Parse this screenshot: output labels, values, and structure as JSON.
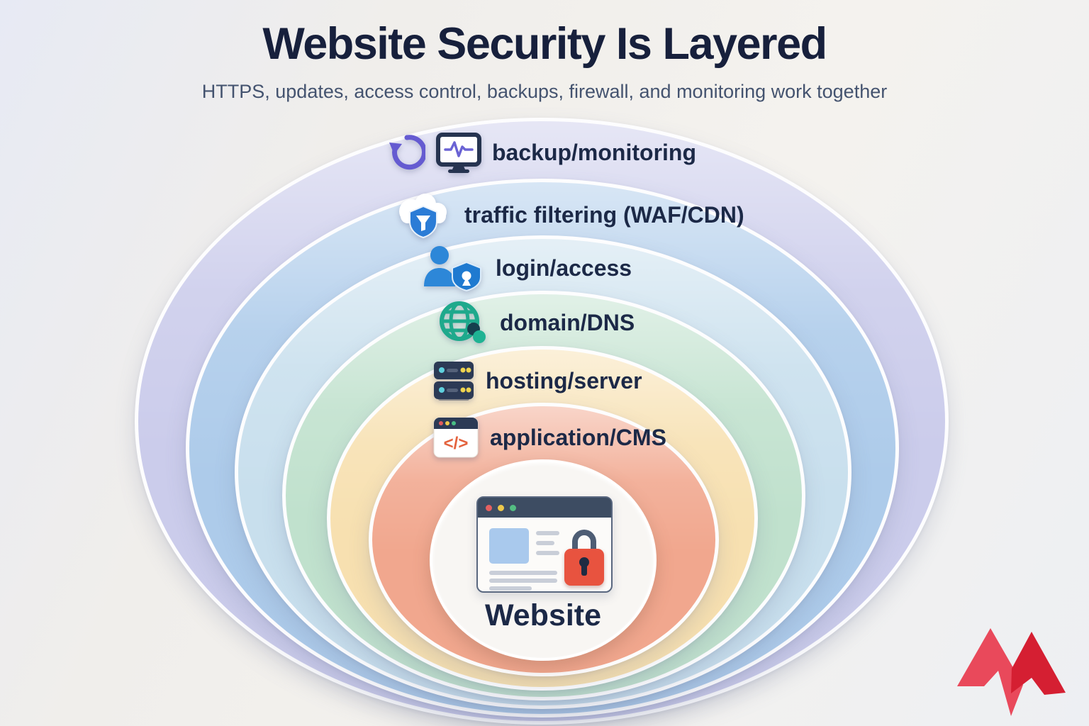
{
  "header": {
    "title": "Website Security Is Layered",
    "subtitle": "HTTPS, updates, access control, backups, firewall, and monitoring work together"
  },
  "layers": [
    {
      "id": "backup-monitoring",
      "label": "backup/monitoring",
      "icons": [
        "refresh-icon",
        "monitor-pulse-icon"
      ],
      "band_color": "#cbcceb"
    },
    {
      "id": "traffic-filtering",
      "label": "traffic filtering (WAF/CDN)",
      "icons": [
        "cloud-shield-icon"
      ],
      "band_color": "#adcbea"
    },
    {
      "id": "login-access",
      "label": "login/access",
      "icons": [
        "user-shield-icon"
      ],
      "band_color": "#c8dfed"
    },
    {
      "id": "domain-dns",
      "label": "domain/DNS",
      "icons": [
        "globe-icon"
      ],
      "band_color": "#c0e1cd"
    },
    {
      "id": "hosting-server",
      "label": "hosting/server",
      "icons": [
        "server-icon"
      ],
      "band_color": "#f7e0b0"
    },
    {
      "id": "application-cms",
      "label": "application/CMS",
      "icons": [
        "code-window-icon"
      ],
      "band_color": "#f1a78e"
    }
  ],
  "center": {
    "label": "Website",
    "icon": "secure-browser-illustration"
  },
  "logo": {
    "name": "m-logo",
    "color_left": "#e9495b",
    "color_right": "#d51f32"
  },
  "colors": {
    "title_text": "#17203c",
    "subtitle_text": "#44536f",
    "label_text": "#1c2947",
    "background": "#f2f0ec",
    "lock_red": "#e8533f",
    "center_circle": "#f8f6f3"
  }
}
